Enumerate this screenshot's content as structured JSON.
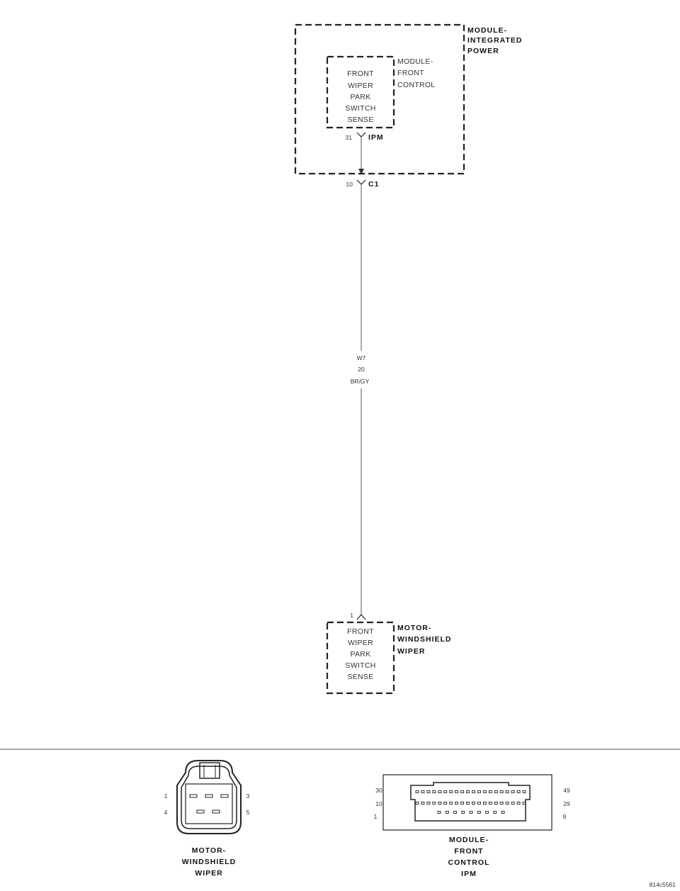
{
  "modules": {
    "ipm": {
      "title_lines": [
        "MODULE-",
        "INTEGRATED",
        "POWER"
      ]
    },
    "front_control": {
      "name_lines": [
        "MODULE-",
        "FRONT",
        "CONTROL"
      ],
      "function_lines": [
        "FRONT",
        "WIPER",
        "PARK",
        "SWITCH",
        "SENSE"
      ],
      "pin": "31",
      "connector": "IPM"
    },
    "wiper_motor": {
      "title_lines": [
        "MOTOR-",
        "WINDSHIELD",
        "WIPER"
      ],
      "function_lines": [
        "FRONT",
        "WIPER",
        "PARK",
        "SWITCH",
        "SENSE"
      ],
      "pin": "1"
    }
  },
  "c1_connector": {
    "pin": "10",
    "label": "C1"
  },
  "wire": {
    "circuit": "W7",
    "gauge": "20",
    "color": "BR/GY"
  },
  "connector_views": {
    "motor": {
      "pins": [
        "1",
        "3",
        "4",
        "5"
      ],
      "title_lines": [
        "MOTOR-",
        "WINDSHIELD",
        "WIPER"
      ]
    },
    "fcm": {
      "pins_left": [
        "30",
        "10",
        "1"
      ],
      "pins_right": [
        "49",
        "29",
        "9"
      ],
      "title_lines": [
        "MODULE-",
        "FRONT",
        "CONTROL",
        "IPM"
      ]
    }
  },
  "figure_id": "814c5561"
}
